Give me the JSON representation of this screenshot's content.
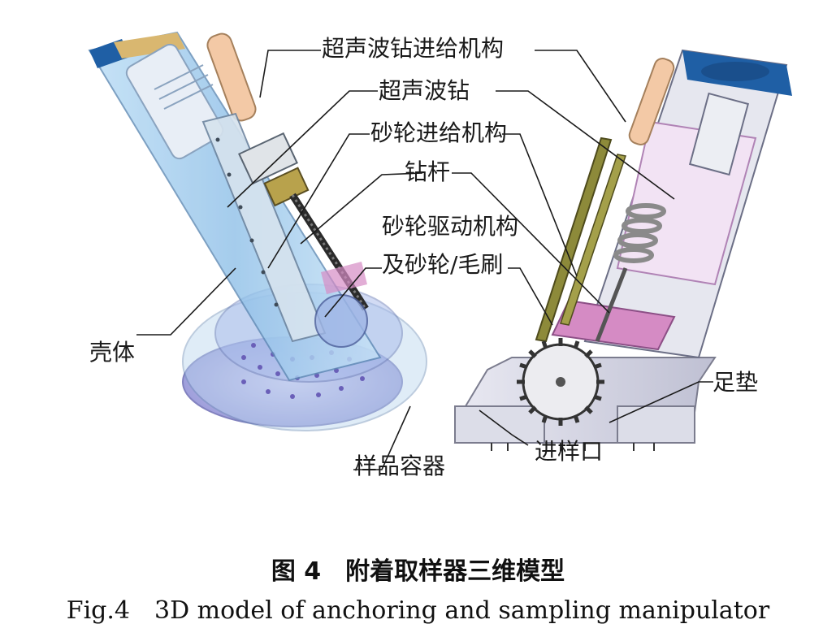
{
  "labels": {
    "ultrasonic_drill_feed": "超声波钻进给机构",
    "ultrasonic_drill": "超声波钻",
    "grinding_wheel_feed": "砂轮进给机构",
    "drill_rod": "钻杆",
    "grinding_drive_line1": "砂轮驱动机构",
    "grinding_drive_line2": "及砂轮/毛刷",
    "shell": "壳体",
    "foot_pad": "足垫",
    "sample_container": "样品容器",
    "sample_inlet": "进样口"
  },
  "caption": {
    "chinese": "图 4　附着取样器三维模型",
    "english": "Fig.4　3D model of anchoring and sampling manipulator"
  },
  "colors": {
    "shell_blue": "#9cc8ea",
    "cap_blue": "#1f5fa5",
    "drill_peach": "#f3c9a6",
    "rod_olive": "#8d8a3a",
    "pink_panel": "#d58bc4",
    "container_purple": "#9c98d8"
  }
}
